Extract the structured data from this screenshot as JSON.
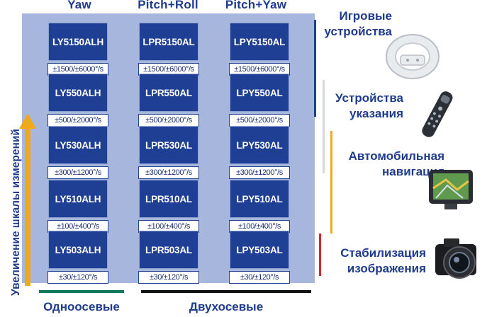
{
  "columns": {
    "yaw": "Yaw",
    "pitch_roll": "Pitch+Roll",
    "pitch_yaw": "Pitch+Yaw"
  },
  "rows": [
    {
      "yaw": "LY5150ALH",
      "pitch_roll": "LPR5150AL",
      "pitch_yaw": "LPY5150AL",
      "range": "±1500/±6000°/s"
    },
    {
      "yaw": "LY550ALH",
      "pitch_roll": "LPR550AL",
      "pitch_yaw": "LPY550AL",
      "range": "±500/±2000°/s"
    },
    {
      "yaw": "LY530ALH",
      "pitch_roll": "LPR530AL",
      "pitch_yaw": "LPY530AL",
      "range": "±300/±1200°/s"
    },
    {
      "yaw": "LY510ALH",
      "pitch_roll": "LPR510AL",
      "pitch_yaw": "LPY510AL",
      "range": "±100/±400°/s"
    },
    {
      "yaw": "LY503ALH",
      "pitch_roll": "LPR503AL",
      "pitch_yaw": "LPY503AL",
      "range": "±30/±120°/s"
    }
  ],
  "applications": [
    {
      "label": "Игровые\nустройства",
      "color": "#1f3f8f",
      "icon": "steering-wheel-icon"
    },
    {
      "label": "Устройства\nуказания",
      "color": "#d5d8de",
      "icon": "remote-control-icon"
    },
    {
      "label": "Автомобильная\nнавигация",
      "color": "#f0a81c",
      "icon": "gps-navigator-icon"
    },
    {
      "label": "Стабилизация\nизображения",
      "color": "#d0282f",
      "icon": "camera-icon"
    }
  ],
  "axis_label": "Увеличение шкалы измерений",
  "axis_arrow_color": "#f0a81c",
  "groups": {
    "single": {
      "label": "Одноосевые",
      "color": "#0f7a5a"
    },
    "dual": {
      "label": "Двухосевые",
      "color": "#111111"
    }
  }
}
